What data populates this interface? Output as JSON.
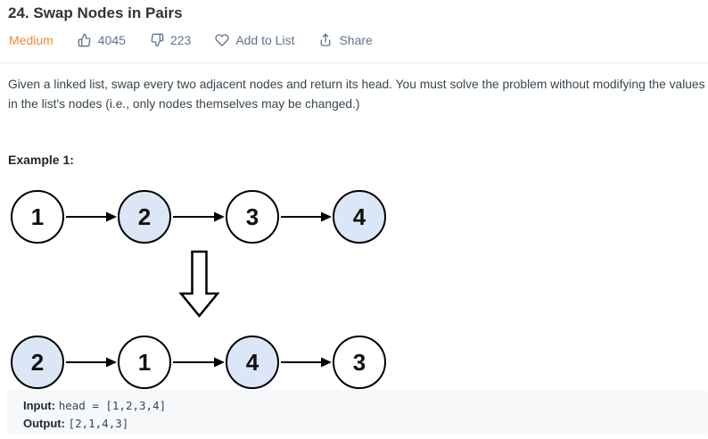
{
  "header": {
    "title": "24. Swap Nodes in Pairs",
    "difficulty": "Medium",
    "likes": "4045",
    "dislikes": "223",
    "add_to_list_label": "Add to List",
    "share_label": "Share"
  },
  "description": {
    "text": "Given a linked list, swap every two adjacent nodes and return its head. You must solve the problem without modifying the values in the list's nodes (i.e., only nodes themselves may be changed.)"
  },
  "example": {
    "label": "Example 1:",
    "input_label": "Input:",
    "input_value": "head = [1,2,3,4]",
    "output_label": "Output:",
    "output_value": "[2,1,4,3]"
  },
  "diagram": {
    "before": [
      "1",
      "2",
      "3",
      "4"
    ],
    "after": [
      "2",
      "1",
      "4",
      "3"
    ],
    "highlighted_before": [
      "2",
      "4"
    ],
    "highlighted_after": [
      "2",
      "4"
    ],
    "node_highlight_color": "#dbe6f6",
    "node_default_color": "#ffffff",
    "node_border_color": "#000000"
  },
  "colors": {
    "difficulty_medium": "#e88b3a",
    "meta_text": "#5f7389",
    "body_text": "#37474f",
    "code_block_background": "#f7f8fa"
  }
}
